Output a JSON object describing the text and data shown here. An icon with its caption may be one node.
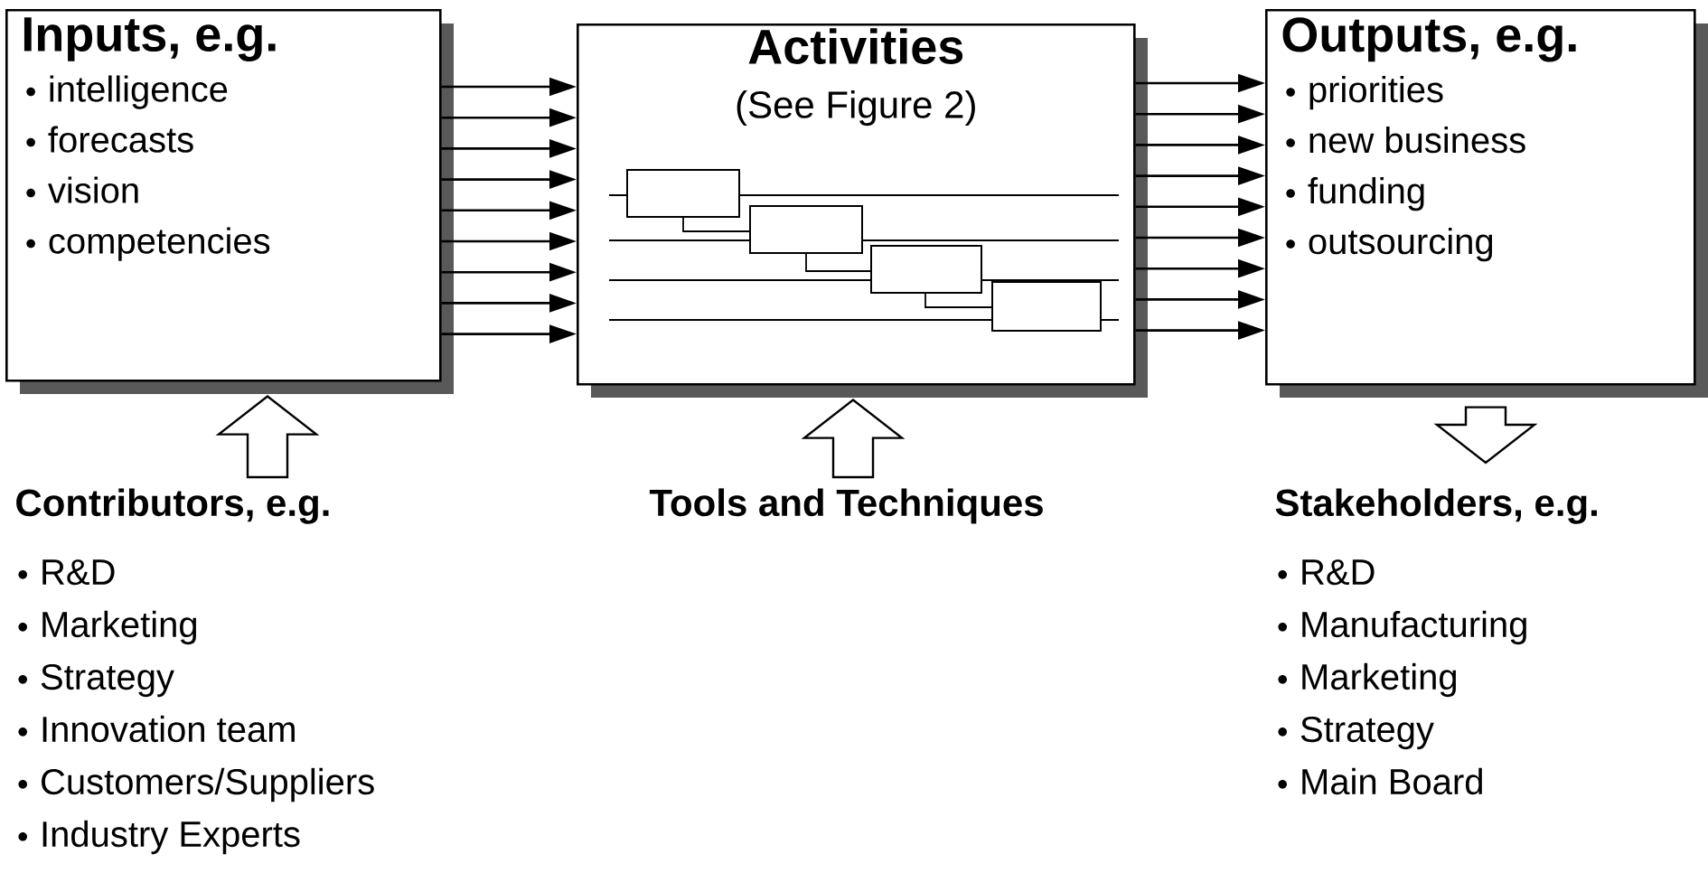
{
  "diagram": {
    "nodes": [
      {
        "text": [
          "Inputs, e.g.",
          "intelligence",
          "forecasts",
          "vision",
          "competencies"
        ]
      },
      {
        "text": [
          "Activities",
          "(See Figure 2)"
        ]
      },
      {
        "text": [
          "Outputs, e.g.",
          "priorities",
          "new business",
          "funding",
          "outsourcing"
        ]
      },
      {
        "text": [
          "Contributors, e.g.",
          "R&D",
          "Marketing",
          "Strategy",
          "Innovation team",
          "Customers/Suppliers",
          "Industry Experts"
        ]
      },
      {
        "text": [
          "Tools and Techniques"
        ]
      },
      {
        "text": [
          "Stakeholders, e.g.",
          "R&D",
          "Manufacturing",
          "Marketing",
          "Strategy",
          "Main Board"
        ]
      }
    ],
    "edges": [
      {
        "from": 0,
        "to": 1,
        "arrow": "to"
      },
      {
        "from": 0,
        "to": 1,
        "arrow": "to"
      },
      {
        "from": 0,
        "to": 1,
        "arrow": "to"
      },
      {
        "from": 0,
        "to": 1,
        "arrow": "to"
      },
      {
        "from": 0,
        "to": 1,
        "arrow": "to"
      },
      {
        "from": 0,
        "to": 1,
        "arrow": "to"
      },
      {
        "from": 0,
        "to": 1,
        "arrow": "to"
      },
      {
        "from": 0,
        "to": 1,
        "arrow": "to"
      },
      {
        "from": 0,
        "to": 1,
        "arrow": "to"
      },
      {
        "from": 1,
        "to": 2,
        "arrow": "to"
      },
      {
        "from": 1,
        "to": 2,
        "arrow": "to"
      },
      {
        "from": 1,
        "to": 2,
        "arrow": "to"
      },
      {
        "from": 1,
        "to": 2,
        "arrow": "to"
      },
      {
        "from": 1,
        "to": 2,
        "arrow": "to"
      },
      {
        "from": 1,
        "to": 2,
        "arrow": "to"
      },
      {
        "from": 1,
        "to": 2,
        "arrow": "to"
      },
      {
        "from": 1,
        "to": 2,
        "arrow": "to"
      },
      {
        "from": 1,
        "to": 2,
        "arrow": "to"
      },
      {
        "from": 3,
        "to": 0,
        "arrow": "to"
      },
      {
        "from": 4,
        "to": 1,
        "arrow": "to"
      },
      {
        "from": 2,
        "to": 5,
        "arrow": "to"
      }
    ]
  }
}
